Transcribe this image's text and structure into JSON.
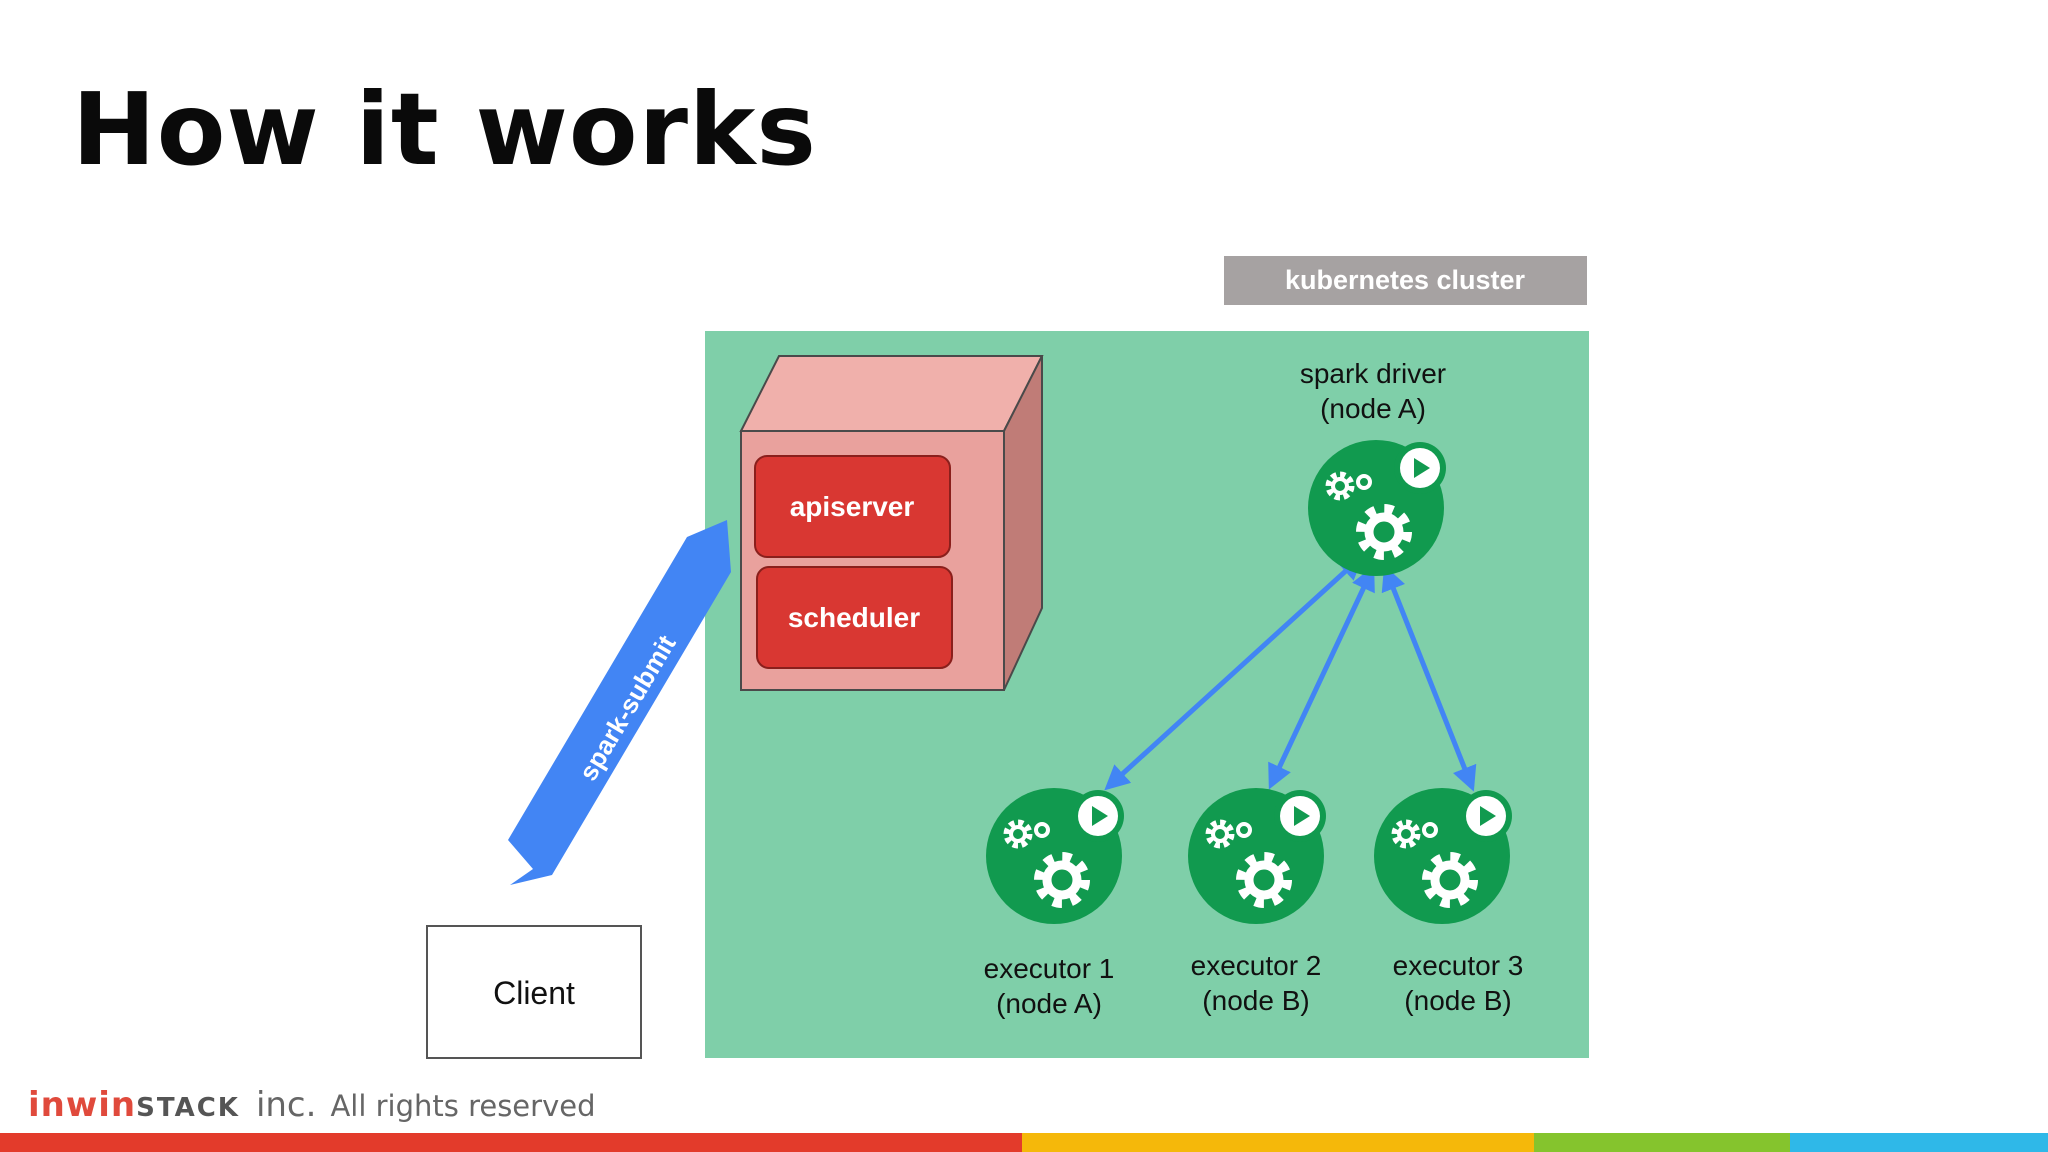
{
  "slide": {
    "title": "How it works"
  },
  "diagram": {
    "cluster_label": "kubernetes cluster",
    "control_plane": {
      "components": [
        "apiserver",
        "scheduler"
      ]
    },
    "arrow_label": "spark-submit",
    "client_label": "Client",
    "driver": {
      "line1": "spark driver",
      "line2": "(node A)"
    },
    "executors": [
      {
        "line1": "executor 1",
        "line2": "(node A)"
      },
      {
        "line1": "executor 2",
        "line2": "(node B)"
      },
      {
        "line1": "executor 3",
        "line2": "(node B)"
      }
    ]
  },
  "footer": {
    "brand_inwin": "inwin",
    "brand_stack": "STACK",
    "brand_inc": "inc.",
    "rights": "All rights reserved"
  },
  "colors": {
    "cluster_bg": "#7fcfa9",
    "label_bg": "#a6a2a2",
    "node_green": "#119a4f",
    "arrow_blue": "#4285f4",
    "component_red": "#d93732",
    "box_front": "#e9a19d",
    "footer_bar": [
      "#e33b2b",
      "#f5b80a",
      "#85c42d",
      "#2fb8e8"
    ]
  }
}
